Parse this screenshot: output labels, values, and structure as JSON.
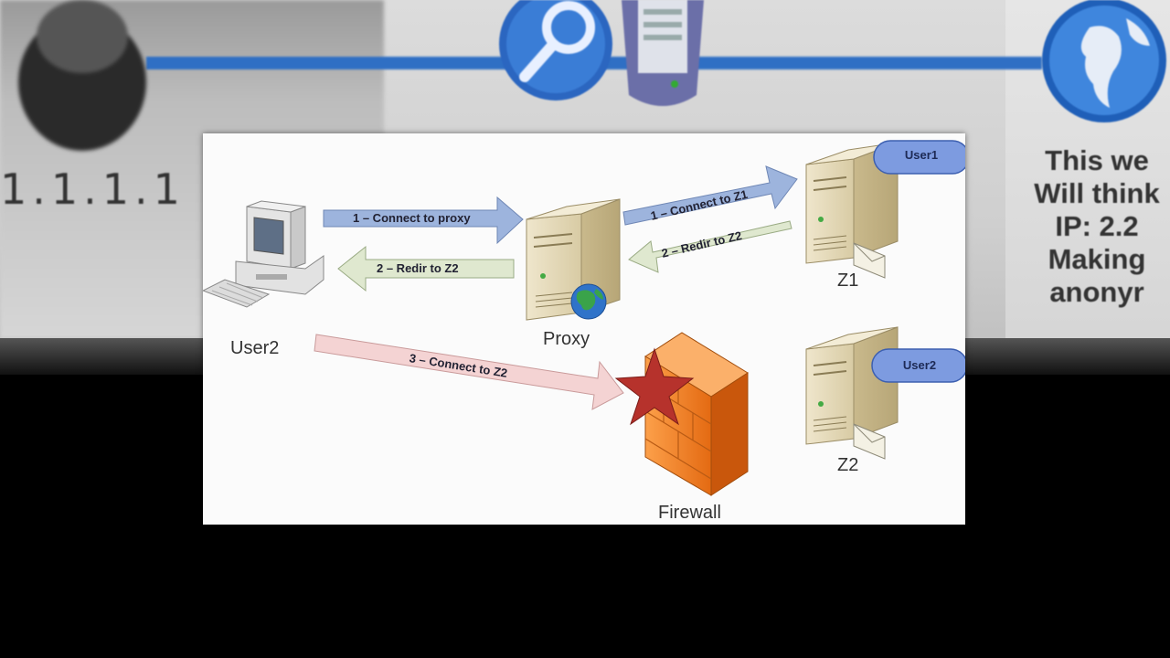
{
  "background_slide": {
    "left_ip_text": "1.1.1.1",
    "right_text_lines": [
      "This we",
      "Will think",
      "IP: 2.2",
      "Making",
      "anonyr"
    ]
  },
  "diagram": {
    "nodes": {
      "user2_computer": "User2",
      "proxy": "Proxy",
      "z1": "Z1",
      "z2": "Z2",
      "firewall": "Firewall"
    },
    "badges": {
      "z1_badge": "User1",
      "z2_badge": "User2"
    },
    "arrows": {
      "connect_to_proxy": "1 – Connect to proxy",
      "redir_to_z2_left": "2 – Redir to Z2",
      "connect_to_z1": "1 – Connect to Z1",
      "redir_to_z2_right": "2 – Redir to Z2",
      "connect_to_z2": "3 – Connect to Z2"
    },
    "colors": {
      "blue_arrow": "#9db4dd",
      "green_arrow": "#dfe8cf",
      "pink_arrow": "#f4d3d3",
      "badge": "#7d9be0",
      "firewall": "#f07a22",
      "star": "#b6322c"
    }
  }
}
